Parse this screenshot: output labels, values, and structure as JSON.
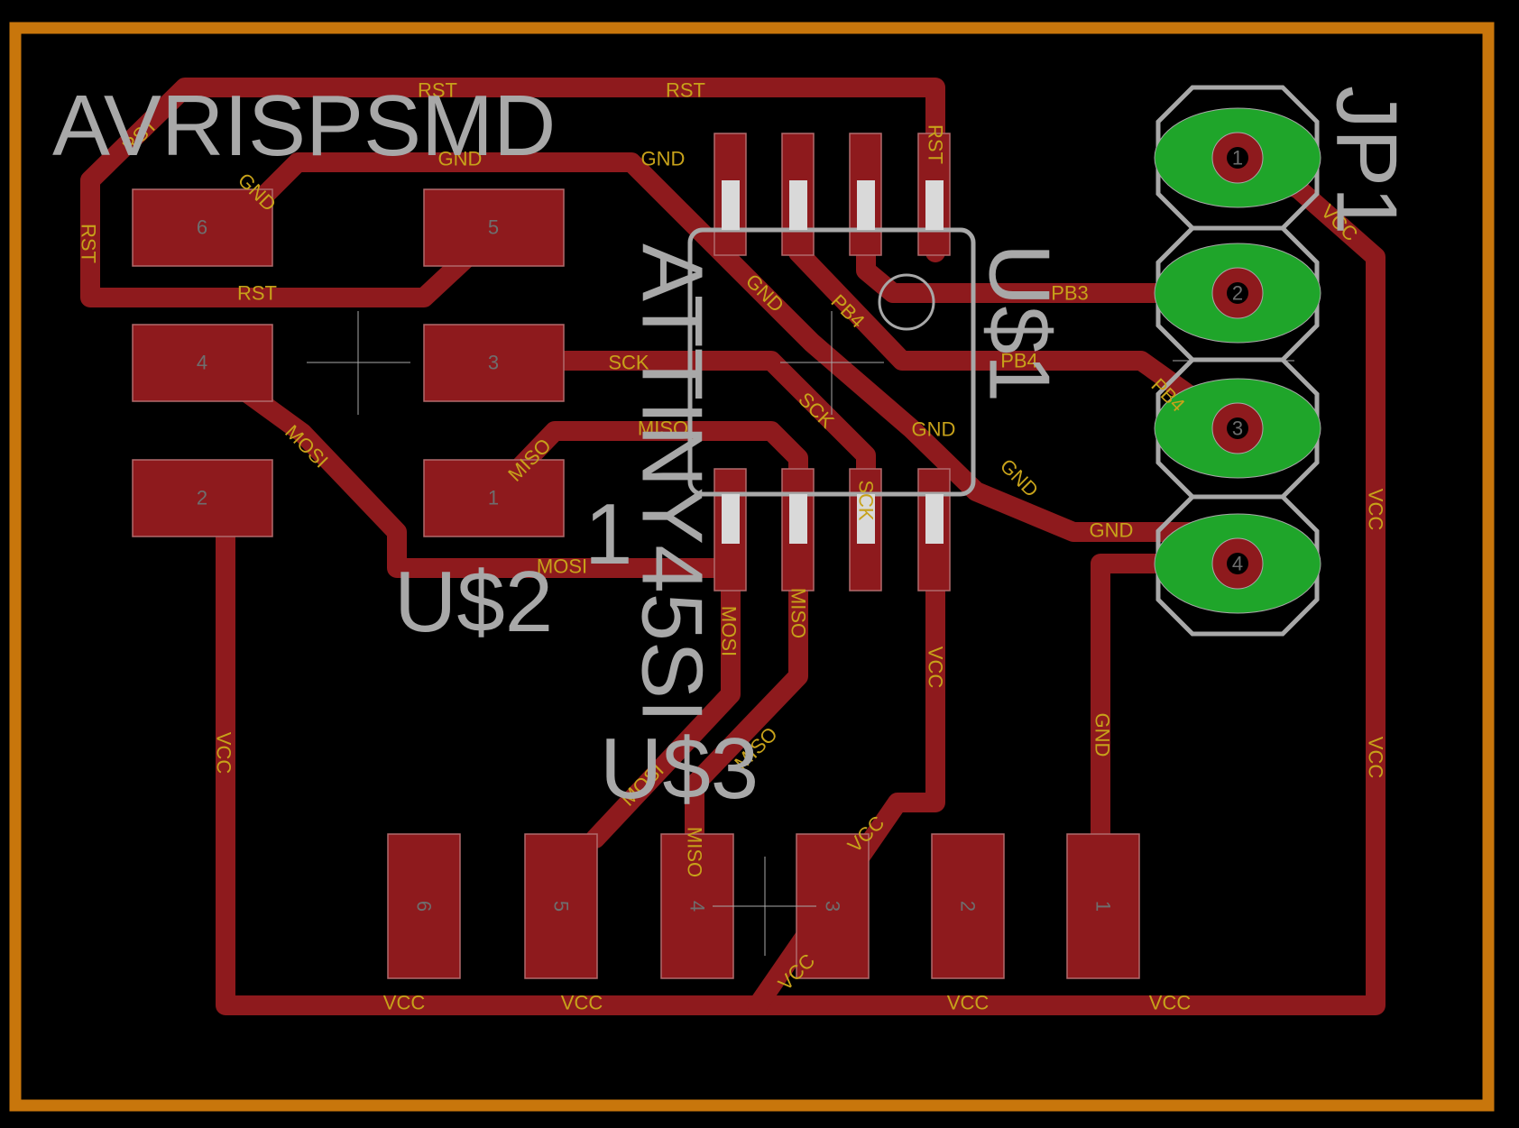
{
  "board": {
    "border_color": "#c8760c",
    "trace_color": "#8e1a1d",
    "pad_color": "#8e1a1d",
    "via_color": "#1fa52a",
    "silk_color": "#a8a8a8",
    "net_label_color": "#c7a21a",
    "background": "#000000"
  },
  "components": {
    "avrisp": {
      "name": "AVRISPSMD",
      "ref": "U$2",
      "pads": [
        "6",
        "5",
        "4",
        "3",
        "2",
        "1"
      ]
    },
    "attiny": {
      "name": "ATTINY45SI",
      "ref": "U$1",
      "pin1_mark": "1"
    },
    "header6": {
      "ref": "U$3",
      "pads": [
        "6",
        "5",
        "4",
        "3",
        "2",
        "1"
      ]
    },
    "jp1": {
      "ref": "JP1",
      "pads": [
        "1",
        "2",
        "3",
        "4"
      ]
    }
  },
  "net_labels": [
    "RST",
    "RST",
    "RST",
    "RST",
    "RST",
    "RST",
    "GND",
    "GND",
    "GND",
    "GND",
    "GND",
    "GND",
    "GND",
    "SCK",
    "SCK",
    "SCK",
    "MISO",
    "MISO",
    "MISO",
    "MISO",
    "MISO",
    "MOSI",
    "MOSI",
    "MOSI",
    "MOSI",
    "PB3",
    "PB4",
    "PB4",
    "PB4",
    "VCC",
    "VCC",
    "VCC",
    "VCC",
    "VCC",
    "VCC",
    "VCC",
    "VCC",
    "VCC",
    "VCC",
    "VCC",
    "VCC"
  ]
}
